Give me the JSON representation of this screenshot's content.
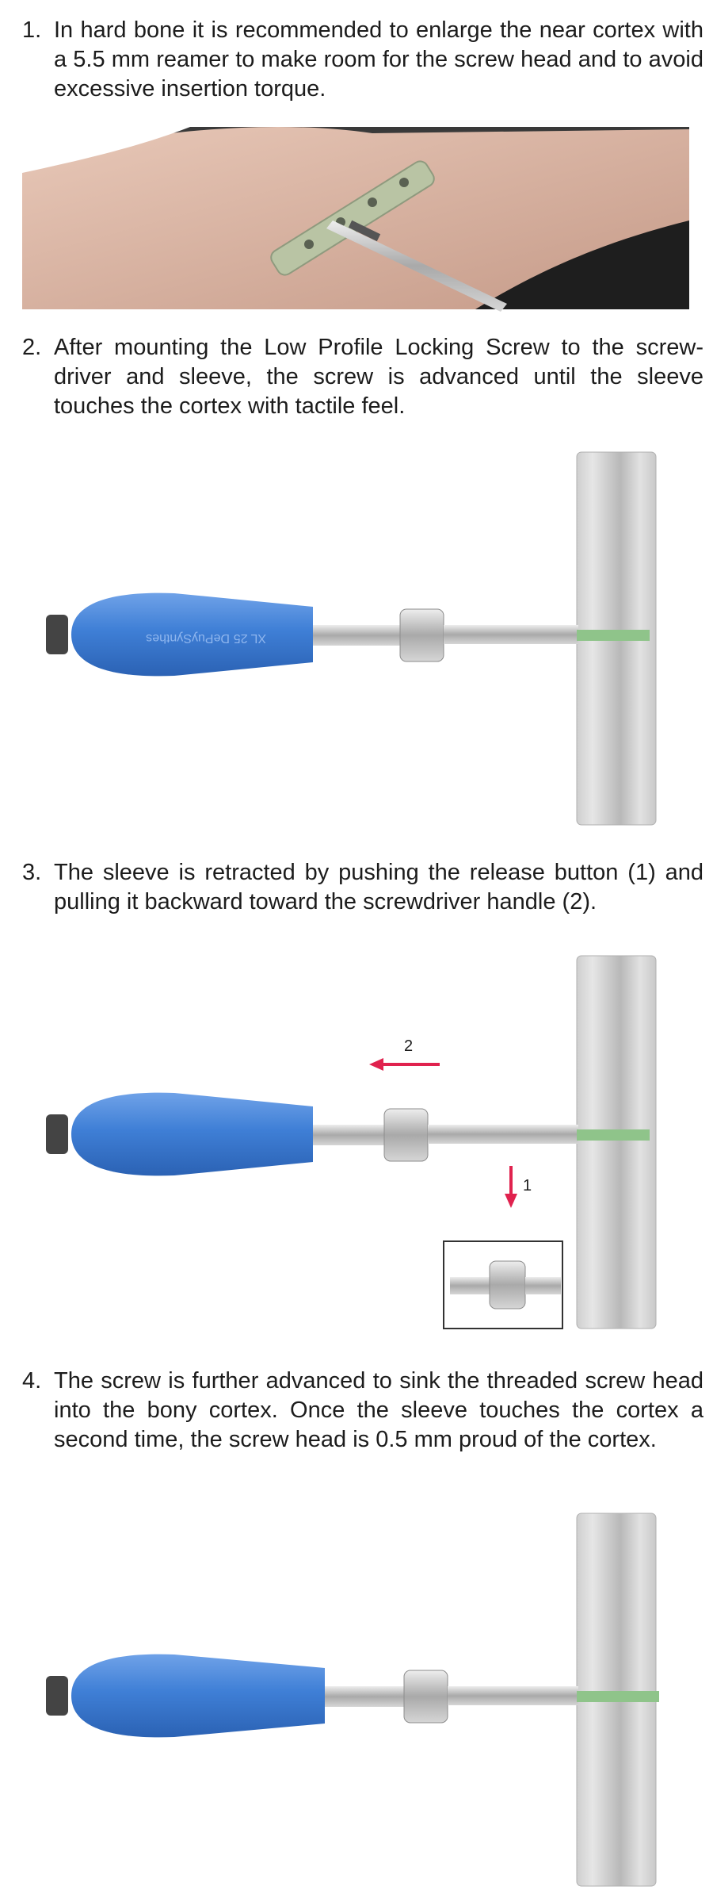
{
  "steps": [
    {
      "number": "1.",
      "text": "In hard bone it is recommended to enlarge the near cortex with a 5.5 mm reamer to make room for the screw head and to avoid excessive insertion torque."
    },
    {
      "number": "2.",
      "text": "After mounting the Low Profile Locking Screw to the screw-driver and sleeve, the screw is advanced until the sleeve touches the cortex with tactile feel."
    },
    {
      "number": "3.",
      "text": "The sleeve is retracted by pushing the release button (1) and pulling it backward toward the screwdriver handle (2)."
    },
    {
      "number": "4.",
      "text": "The screw is further advanced to sink the threaded screw head into the bony cortex. Once the sleeve touches the cortex a second time, the screw head is 0.5 mm proud of the cortex."
    }
  ],
  "handle": {
    "brand": "DePuySynthes",
    "model": "XL 25"
  },
  "arrows": {
    "retract_label": "2",
    "release_label": "1"
  },
  "colors": {
    "handle_blue": "#3f7fd6",
    "arrow": "#e0224e",
    "bone": "#d8d8d8",
    "screw_thread": "#8fc48a",
    "skin": "#d9b6a6"
  },
  "icons": [
    "screwdriver",
    "bone-cortex",
    "locking-plate",
    "reamer"
  ]
}
